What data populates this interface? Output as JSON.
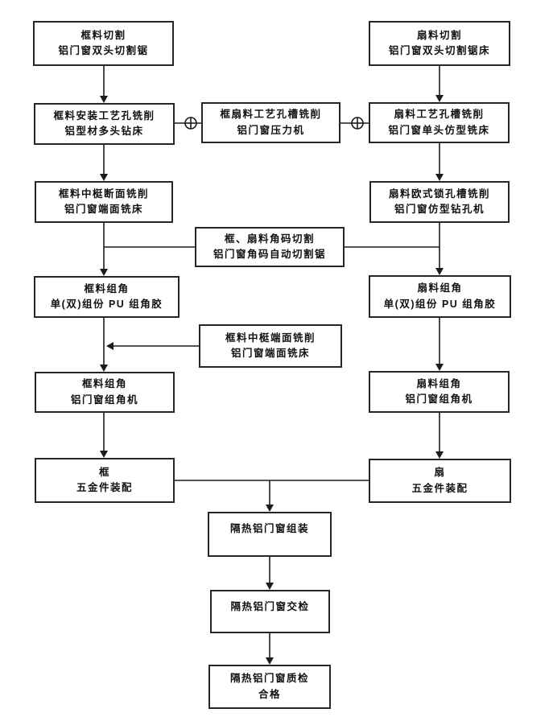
{
  "colors": {
    "background": "#ffffff",
    "line": "#1c1c1c",
    "box_border": "#262626",
    "text": "#111111"
  },
  "icons": {
    "circle_plus_connector": "⊕",
    "arrowhead": "▼"
  },
  "nodes": [
    {
      "id": "frame-cutting",
      "lines": [
        "框料切割",
        "铝门窗双头切割锯"
      ]
    },
    {
      "id": "sash-cutting",
      "lines": [
        "扇料切割",
        "铝门窗双头切割锯床"
      ]
    },
    {
      "id": "frame-install-hole-milling",
      "lines": [
        "框料安装工艺孔铣削",
        "铝型材多头钻床"
      ]
    },
    {
      "id": "frame-sash-hole-slot-milling",
      "lines": [
        "框扇料工艺孔槽铣削",
        "铝门窗压力机"
      ]
    },
    {
      "id": "sash-hole-slot-milling",
      "lines": [
        "扇料工艺孔槽铣削",
        "铝门窗单头仿型铣床"
      ]
    },
    {
      "id": "frame-mullion-section-milling",
      "lines": [
        "框料中梃断面铣削",
        "铝门窗端面铣床"
      ]
    },
    {
      "id": "sash-lock-slot-milling",
      "lines": [
        "扇料欧式锁孔槽铣削",
        "铝门窗仿型钻孔机"
      ]
    },
    {
      "id": "corner-key-cutting",
      "lines": [
        "框、扇料角码切割",
        "铝门窗角码自动切割锯"
      ]
    },
    {
      "id": "frame-corner-glue",
      "lines": [
        "框料组角",
        "单(双)组份 PU 组角胶"
      ]
    },
    {
      "id": "sash-corner-glue",
      "lines": [
        "扇料组角",
        "单(双)组份 PU 组角胶"
      ]
    },
    {
      "id": "frame-mullion-end-milling",
      "lines": [
        "框料中梃端面铣削",
        "铝门窗端面铣床"
      ]
    },
    {
      "id": "frame-corner-crimping",
      "lines": [
        "框料组角",
        "铝门窗组角机"
      ]
    },
    {
      "id": "sash-corner-crimping",
      "lines": [
        "扇料组角",
        "铝门窗组角机"
      ]
    },
    {
      "id": "frame-hardware-assembly",
      "lines": [
        "框",
        "五金件装配"
      ]
    },
    {
      "id": "sash-hardware-assembly",
      "lines": [
        "扇",
        "五金件装配"
      ]
    },
    {
      "id": "window-assembly",
      "lines": [
        "隔热铝门窗组装"
      ]
    },
    {
      "id": "delivery-inspection",
      "lines": [
        "隔热铝门窗交检"
      ]
    },
    {
      "id": "quality-inspection",
      "lines": [
        "隔热铝门窗质检",
        "合格"
      ]
    }
  ]
}
